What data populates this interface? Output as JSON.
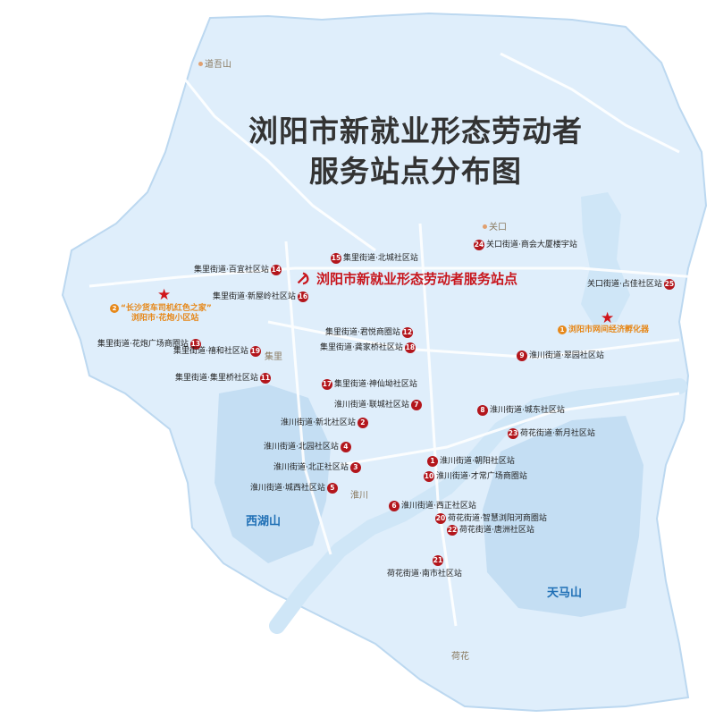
{
  "title": {
    "line1": "浏阳市新就业形态劳动者",
    "line2": "服务站点分布图"
  },
  "legend": {
    "label": "浏阳市新就业形态劳动者服务站点"
  },
  "colors": {
    "land": "#dfeefb",
    "water": "#cfe6f7",
    "mountain": "#c4def3",
    "road": "#ffffff",
    "station": "#b3161c",
    "special": "#e6881a",
    "star": "#d0151b"
  },
  "places": {
    "daowushan": "道吾山",
    "guankou": "关口",
    "jili": "集里",
    "huaichuan": "淮川",
    "hehua": "荷花"
  },
  "mountains": {
    "xihushan": "西湖山",
    "tianmashan": "天马山"
  },
  "special_stations": [
    {
      "num": "2",
      "line1": "“长沙货车司机红色之家”",
      "line2": "浏阳市·花炮小区站"
    },
    {
      "num": "1",
      "line1": "浏阳市网间经济孵化器"
    }
  ],
  "stations": [
    {
      "num": "15",
      "label": "集里街道·北城社区站"
    },
    {
      "num": "14",
      "label": "集里街道·百宜社区站"
    },
    {
      "num": "16",
      "label": "集里街道·新屋岭社区站"
    },
    {
      "num": "24",
      "label": "关口街道·商会大厦楼宇站"
    },
    {
      "num": "25",
      "label": "关口街道·占佳社区站"
    },
    {
      "num": "12",
      "label": "集里街道·君悦商圈站"
    },
    {
      "num": "18",
      "label": "集里街道·龚家桥社区站"
    },
    {
      "num": "13",
      "label": "集里街道·花炮广场商圈站"
    },
    {
      "num": "19",
      "label": "集里街道·禧和社区站"
    },
    {
      "num": "11",
      "label": "集里街道·集里桥社区站"
    },
    {
      "num": "9",
      "label": "淮川街道·翠园社区站"
    },
    {
      "num": "17",
      "label": "集里街道·神仙坳社区站"
    },
    {
      "num": "7",
      "label": "淮川街道·联城社区站"
    },
    {
      "num": "8",
      "label": "淮川街道·城东社区站"
    },
    {
      "num": "2",
      "label": "淮川街道·新北社区站"
    },
    {
      "num": "23",
      "label": "荷花街道·新月社区站"
    },
    {
      "num": "4",
      "label": "淮川街道·北园社区站"
    },
    {
      "num": "1",
      "label": "淮川街道·朝阳社区站"
    },
    {
      "num": "3",
      "label": "淮川街道·北正社区站"
    },
    {
      "num": "10",
      "label": "淮川街道·才常广场商圈站"
    },
    {
      "num": "5",
      "label": "淮川街道·城西社区站"
    },
    {
      "num": "6",
      "label": "淮川街道·西正社区站"
    },
    {
      "num": "20",
      "label": "荷花街道·智慧浏阳河商圈站"
    },
    {
      "num": "22",
      "label": "荷花街道·唐洲社区站"
    },
    {
      "num": "21",
      "label": "荷花街道·南市社区站"
    }
  ]
}
